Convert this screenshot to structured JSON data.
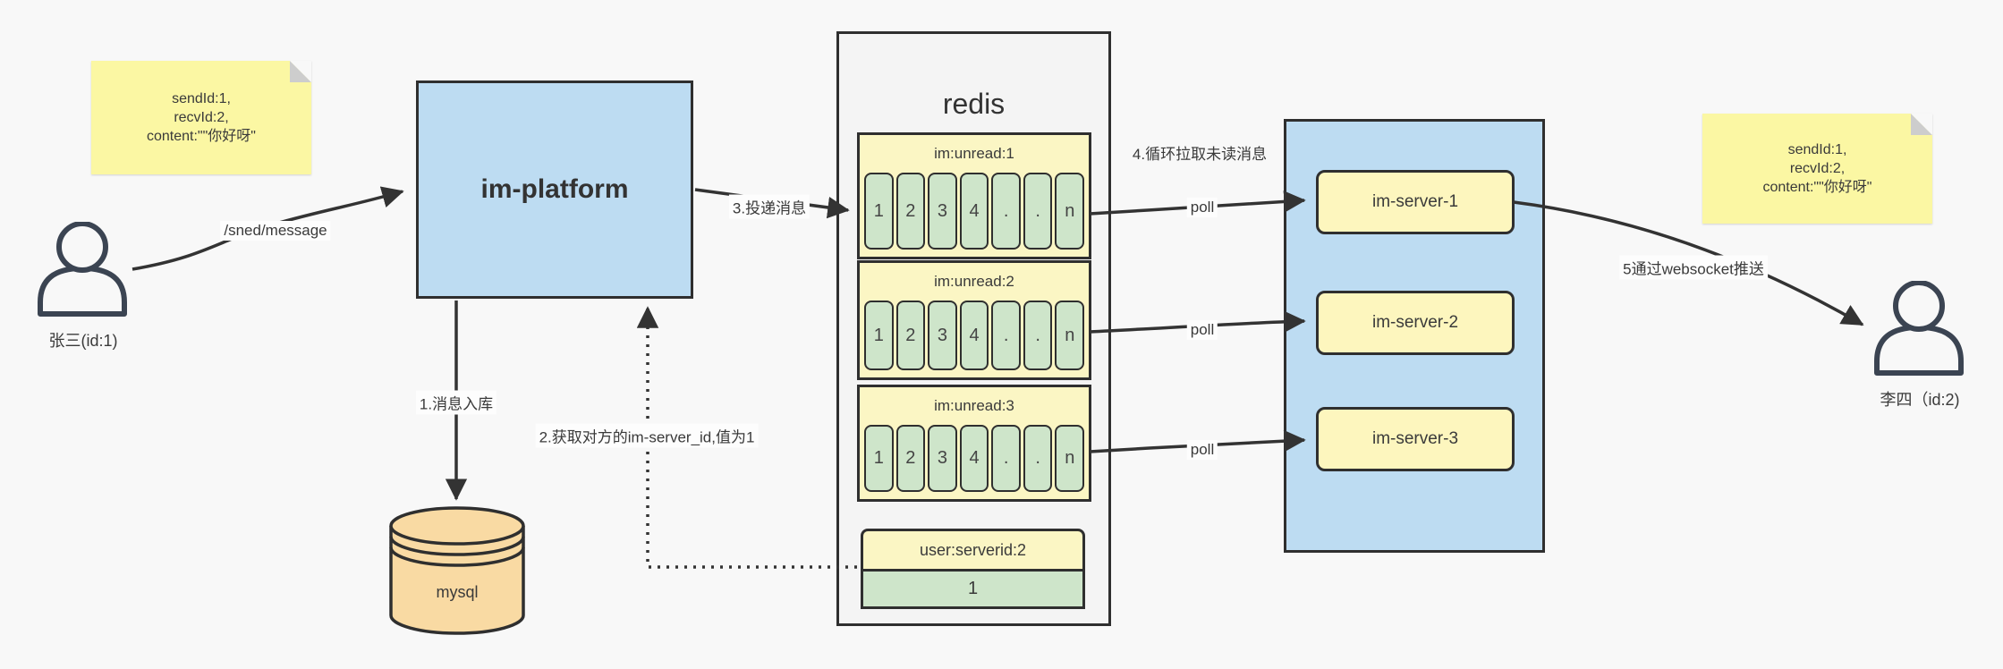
{
  "colors": {
    "background": "#F8F8F8",
    "node_blue": "#BDDCF2",
    "note_yellow": "#FBF7A3",
    "queue_yellow": "#FBF6C4",
    "cell_green": "#CEE5CA",
    "server_yellow": "#FDF6BE",
    "mysql_orange": "#F9DAA3",
    "container_gray": "#F4F4F4",
    "border_dark": "#2F2F2F",
    "arrow_dark": "#333333",
    "text_dark": "#3A3A3A"
  },
  "notes": {
    "left": {
      "lines": [
        "sendId:1,",
        "recvId:2,",
        "content:\"\"你好呀\""
      ]
    },
    "right": {
      "lines": [
        "sendId:1,",
        "recvId:2,",
        "content:\"\"你好呀\""
      ]
    }
  },
  "actors": {
    "sender": {
      "label": "张三(id:1)"
    },
    "receiver": {
      "label": "李四（id:2)"
    }
  },
  "platform": {
    "label": "im-platform"
  },
  "database": {
    "label": "mysql"
  },
  "redis": {
    "title": "redis",
    "queues": [
      {
        "name": "im:unread:1",
        "cells": [
          "1",
          "2",
          "3",
          "4",
          ".",
          ".",
          "n"
        ]
      },
      {
        "name": "im:unread:2",
        "cells": [
          "1",
          "2",
          "3",
          "4",
          ".",
          ".",
          "n"
        ]
      },
      {
        "name": "im:unread:3",
        "cells": [
          "1",
          "2",
          "3",
          "4",
          ".",
          ".",
          "n"
        ]
      }
    ],
    "kv": {
      "key": "user:serverid:2",
      "value": "1"
    }
  },
  "cluster": {
    "servers": [
      {
        "label": "im-server-1"
      },
      {
        "label": "im-server-2"
      },
      {
        "label": "im-server-3"
      }
    ]
  },
  "edges": {
    "send": "/sned/message",
    "store": "1.消息入库",
    "lookup": "2.获取对方的im-server_id,值为1",
    "deliver": "3.投递消息",
    "pull": "4.循环拉取未读消息",
    "poll": "poll",
    "push": "5通过websocket推送"
  }
}
